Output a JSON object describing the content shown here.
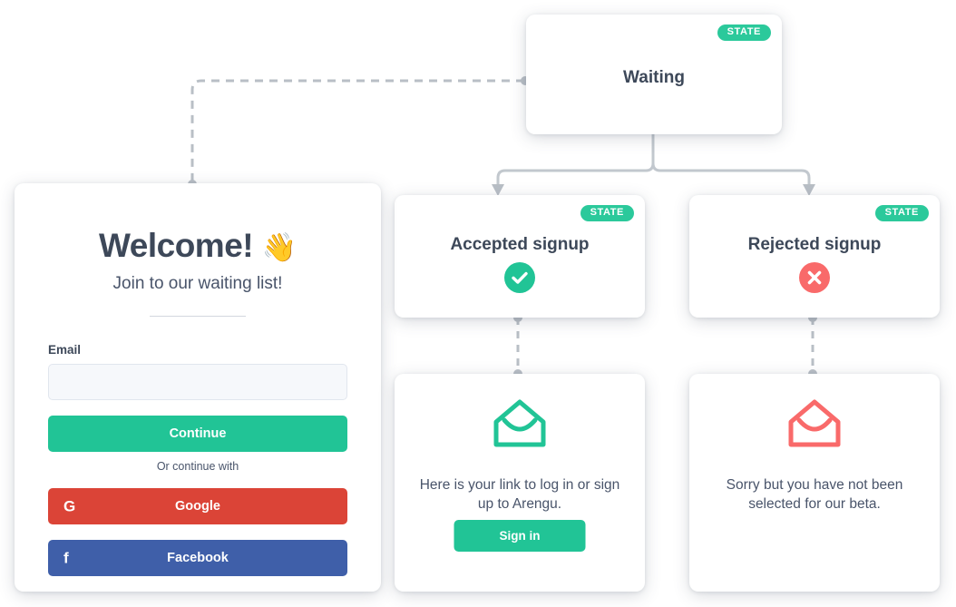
{
  "flow": {
    "badge_label": "STATE",
    "states": [
      {
        "id": "waiting",
        "title": "Waiting"
      },
      {
        "id": "accepted",
        "title": "Accepted signup"
      },
      {
        "id": "rejected",
        "title": "Rejected signup"
      }
    ]
  },
  "form": {
    "heading": "Welcome!",
    "wave_emoji": "👋",
    "subtitle": "Join to our waiting list!",
    "email_label": "Email",
    "email_value": "",
    "email_placeholder": "",
    "continue_label": "Continue",
    "or_label": "Or continue with",
    "google_label": "Google",
    "google_glyph": "G",
    "facebook_label": "Facebook",
    "facebook_glyph": "f"
  },
  "messages": {
    "accepted": {
      "text": "Here is your link to log in or sign up to Arengu.",
      "button_label": "Sign in"
    },
    "rejected": {
      "text": "Sorry but you have not been selected for our beta."
    }
  },
  "colors": {
    "green": "#21C496",
    "badge_green": "#2BC99B",
    "red": "#F96A6A",
    "google_red": "#DB4437",
    "facebook_blue": "#3F5FA9",
    "text_dark": "#3D4859",
    "text_body": "#49546A",
    "connector_gray": "#B9BFC6",
    "input_bg": "#F6F8FB"
  }
}
